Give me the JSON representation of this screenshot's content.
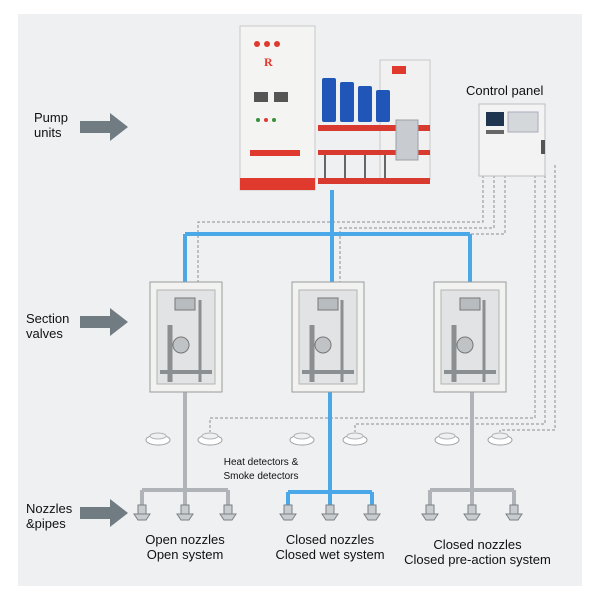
{
  "labels": {
    "pump_units": [
      "Pump",
      "units"
    ],
    "section_valves": [
      "Section",
      "valves"
    ],
    "nozzles_pipes": [
      "Nozzles",
      "&pipes"
    ],
    "control_panel": "Control panel",
    "detectors": [
      "Heat detectors &",
      "Smoke detectors"
    ]
  },
  "systems": [
    {
      "line1": "Open nozzles",
      "line2": "Open  system"
    },
    {
      "line1": "Closed nozzles",
      "line2": "Closed wet system"
    },
    {
      "line1": "Closed nozzles",
      "line2": "Closed pre-action system"
    }
  ],
  "colors": {
    "pipe": "#4aa8e8",
    "grey_pipe": "#b0b4b8",
    "arrow": "#707b82",
    "cabinet": "#f4f4f2",
    "accent_red": "#e03a2f",
    "pump_blue": "#1f56b8"
  },
  "icons": [
    "right-arrow-icon",
    "smoke-detector-icon",
    "sprinkler-nozzle-icon"
  ]
}
